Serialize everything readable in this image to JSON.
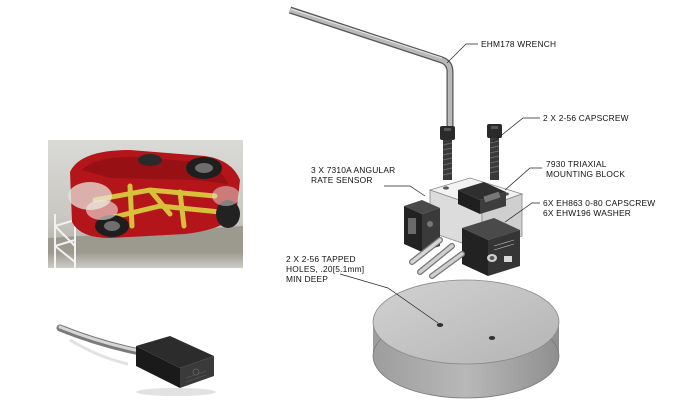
{
  "callouts": {
    "wrench": [
      "EHM178 WRENCH"
    ],
    "capscrew": [
      "2 X 2-56 CAPSCREW"
    ],
    "rate_sensor": [
      "3 X 7310A ANGULAR",
      "RATE SENSOR"
    ],
    "mounting_block": [
      "7930 TRIAXIAL",
      "MOUNTING BLOCK"
    ],
    "hardware": [
      "6X EH863 0-80 CAPSCREW",
      "6X EHW196 WASHER"
    ],
    "tapped_holes": [
      "2 X 2-56 TAPPED",
      "HOLES, .20[5.1mm]",
      "MIN DEEP"
    ]
  },
  "colors": {
    "car_red": "#b3151a",
    "car_yellow": "#d8c03a",
    "steel": "#9a9a9a",
    "block_face": "#eeeeee",
    "sensor_dark": "#3a3a3a",
    "puck_top": "#c4c4c4",
    "puck_side": "#a8a8a8"
  },
  "icons": [
    "crash-test-car-photo",
    "sensor-cable-photo",
    "hex-wrench",
    "capscrew",
    "triaxial-block",
    "rate-sensor",
    "mounting-puck"
  ]
}
